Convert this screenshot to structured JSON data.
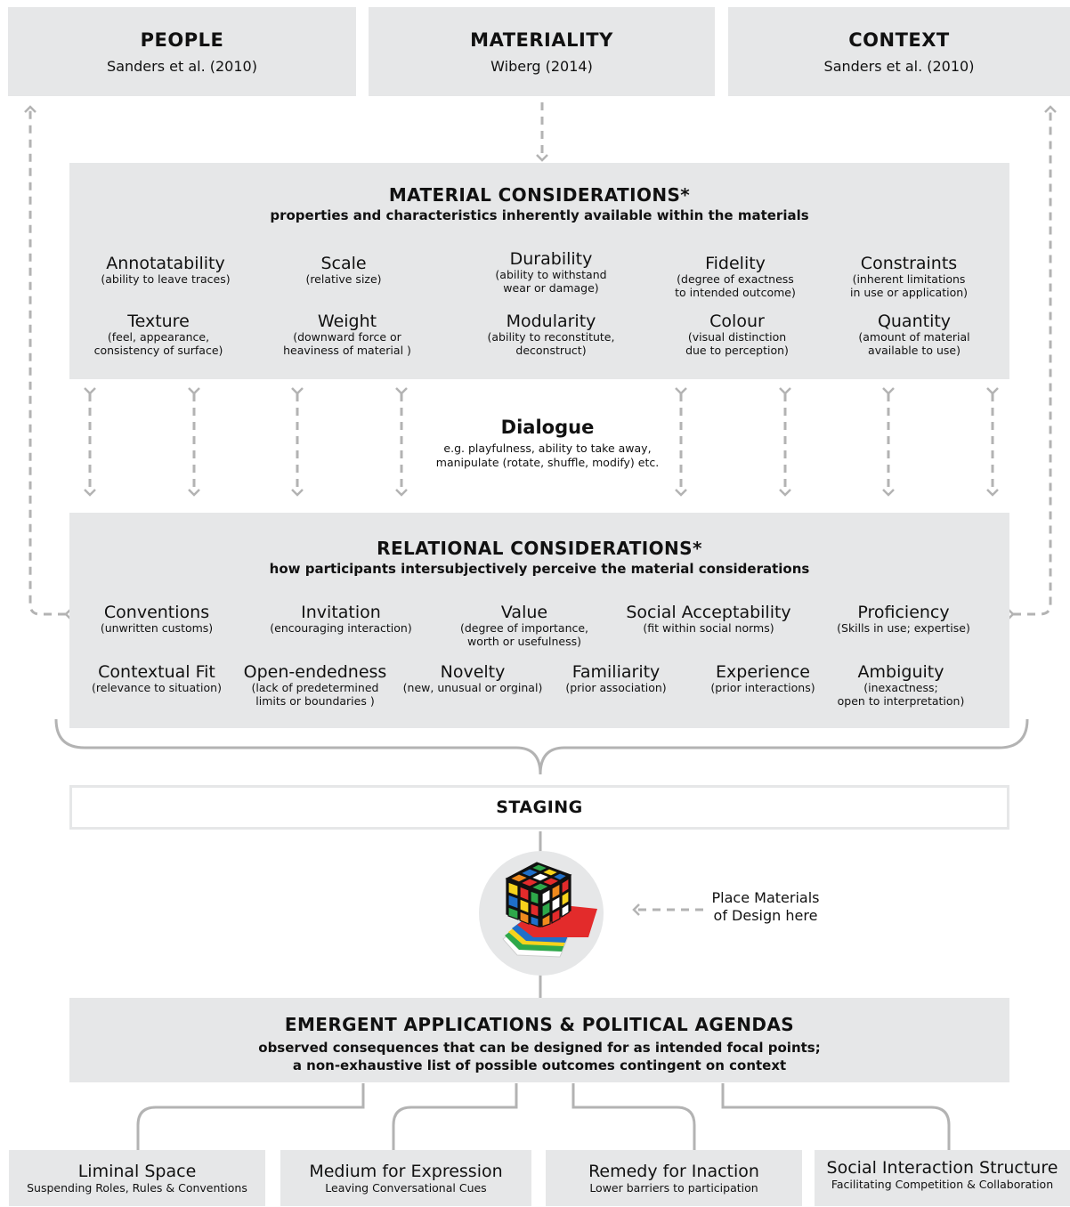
{
  "top": [
    {
      "title": "PEOPLE",
      "source": "Sanders et al. (2010)"
    },
    {
      "title": "MATERIALITY",
      "source": "Wiberg (2014)"
    },
    {
      "title": "CONTEXT",
      "source": "Sanders et al. (2010)"
    }
  ],
  "material": {
    "title": "MATERIAL CONSIDERATIONS*",
    "subtitle": "properties and characteristics inherently available within the materials",
    "items": [
      {
        "name": "Annotatability",
        "desc": "(ability to leave traces)"
      },
      {
        "name": "Scale",
        "desc": "(relative size)"
      },
      {
        "name": "Durability",
        "desc": "(ability to withstand\nwear or damage)"
      },
      {
        "name": "Fidelity",
        "desc": "(degree of exactness\nto intended outcome)"
      },
      {
        "name": "Constraints",
        "desc": "(inherent limitations\nin use or application)"
      },
      {
        "name": "Texture",
        "desc": "(feel, appearance,\nconsistency of surface)"
      },
      {
        "name": "Weight",
        "desc": "(downward force or\nheaviness of material )"
      },
      {
        "name": "Modularity",
        "desc": "(ability to reconstitute,\ndeconstruct)"
      },
      {
        "name": "Colour",
        "desc": "(visual distinction\ndue to perception)"
      },
      {
        "name": "Quantity",
        "desc": "(amount of material\navailable to use)"
      }
    ]
  },
  "dialogue": {
    "title": "Dialogue",
    "subtitle": "e.g. playfulness, ability to take away,\nmanipulate (rotate, shuffle, modify) etc."
  },
  "relational": {
    "title": "RELATIONAL CONSIDERATIONS*",
    "subtitle": "how participants intersubjectively perceive the material considerations",
    "items": [
      {
        "name": "Conventions",
        "desc": "(unwritten customs)"
      },
      {
        "name": "Invitation",
        "desc": "(encouraging interaction)"
      },
      {
        "name": "Value",
        "desc": "(degree of importance,\nworth or usefulness)"
      },
      {
        "name": "Social Acceptability",
        "desc": "(fit within social norms)"
      },
      {
        "name": "Proficiency",
        "desc": "(Skills in use; expertise)"
      },
      {
        "name": "Contextual Fit",
        "desc": "(relevance to situation)"
      },
      {
        "name": "Open-endedness",
        "desc": "(lack of predetermined\nlimits or boundaries )"
      },
      {
        "name": "Novelty",
        "desc": "(new, unusual or orginal)"
      },
      {
        "name": "Familiarity",
        "desc": "(prior association)"
      },
      {
        "name": "Experience",
        "desc": "(prior interactions)"
      },
      {
        "name": "Ambiguity",
        "desc": "(inexactness;\nopen to interpretation)"
      }
    ]
  },
  "staging": {
    "label": "STAGING"
  },
  "place_note": "Place Materials\nof Design here",
  "emergent": {
    "title": "EMERGENT APPLICATIONS & POLITICAL AGENDAS",
    "subtitle": "observed consequences that can be designed for as intended focal points;\na non-exhaustive list of possible outcomes contingent on context"
  },
  "outcomes": [
    {
      "name": "Liminal Space",
      "desc": "Suspending Roles, Rules & Conventions"
    },
    {
      "name": "Medium for Expression",
      "desc": "Leaving Conversational Cues"
    },
    {
      "name": "Remedy for Inaction",
      "desc": "Lower barriers to participation"
    },
    {
      "name": "Social Interaction Structure",
      "desc": "Facilitating Competition & Collaboration"
    }
  ],
  "colors": {
    "panel": "#e6e7e8",
    "arrow": "#b3b3b3",
    "cube": [
      "#e32b2b",
      "#f6d31c",
      "#1f6fc9",
      "#2ea84a",
      "#f08a1d",
      "#ffffff"
    ]
  }
}
